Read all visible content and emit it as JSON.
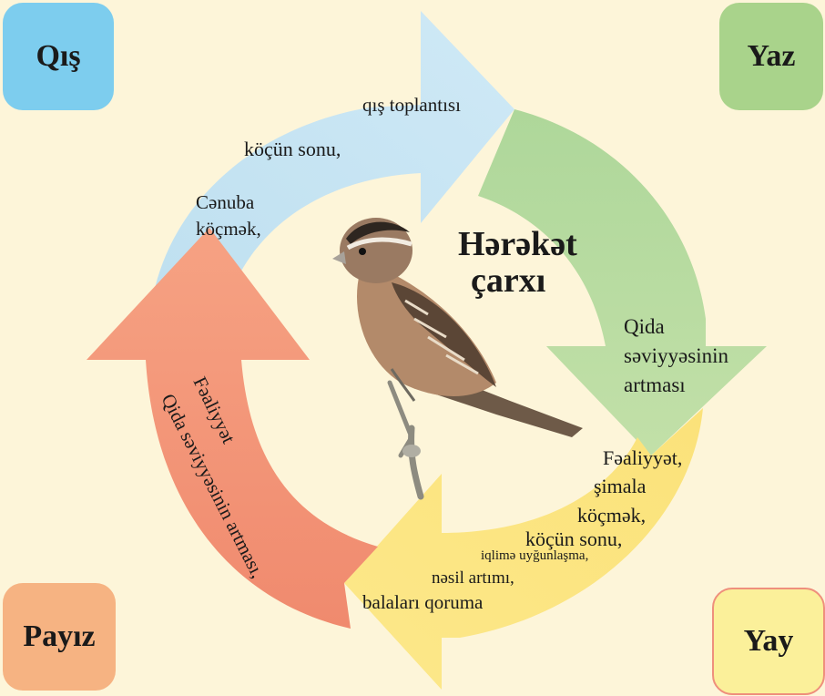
{
  "seasons": {
    "winter": "Qış",
    "spring": "Yaz",
    "summer": "Yay",
    "autumn": "Payız"
  },
  "center_title": [
    "Hərəkət",
    "çarxı"
  ],
  "winter_arrow": {
    "lines": [
      "qış toplantısı",
      "köçün sonu,",
      "Cənuba",
      "köçmək,"
    ]
  },
  "spring_arrow": {
    "lines": [
      "Qida",
      "səviyyəsinin",
      "artması"
    ]
  },
  "summer_arrow": {
    "lines": [
      "Fəaliyyət,",
      "şimala",
      "köçmək,",
      "köçün sonu,",
      "iqlimə uyğunlaşma,",
      "nəsil artımı,",
      "balaları qoruma"
    ]
  },
  "autumn_arrow": {
    "lines": [
      "Fəaliyyət",
      "Qida səviyyəsinin artması,"
    ]
  },
  "colors": {
    "background": "#fdf5d9",
    "winter": "#c9e6f3",
    "spring": "#b8dca0",
    "summer": "#fbe272",
    "autumn": "#f3977a"
  }
}
